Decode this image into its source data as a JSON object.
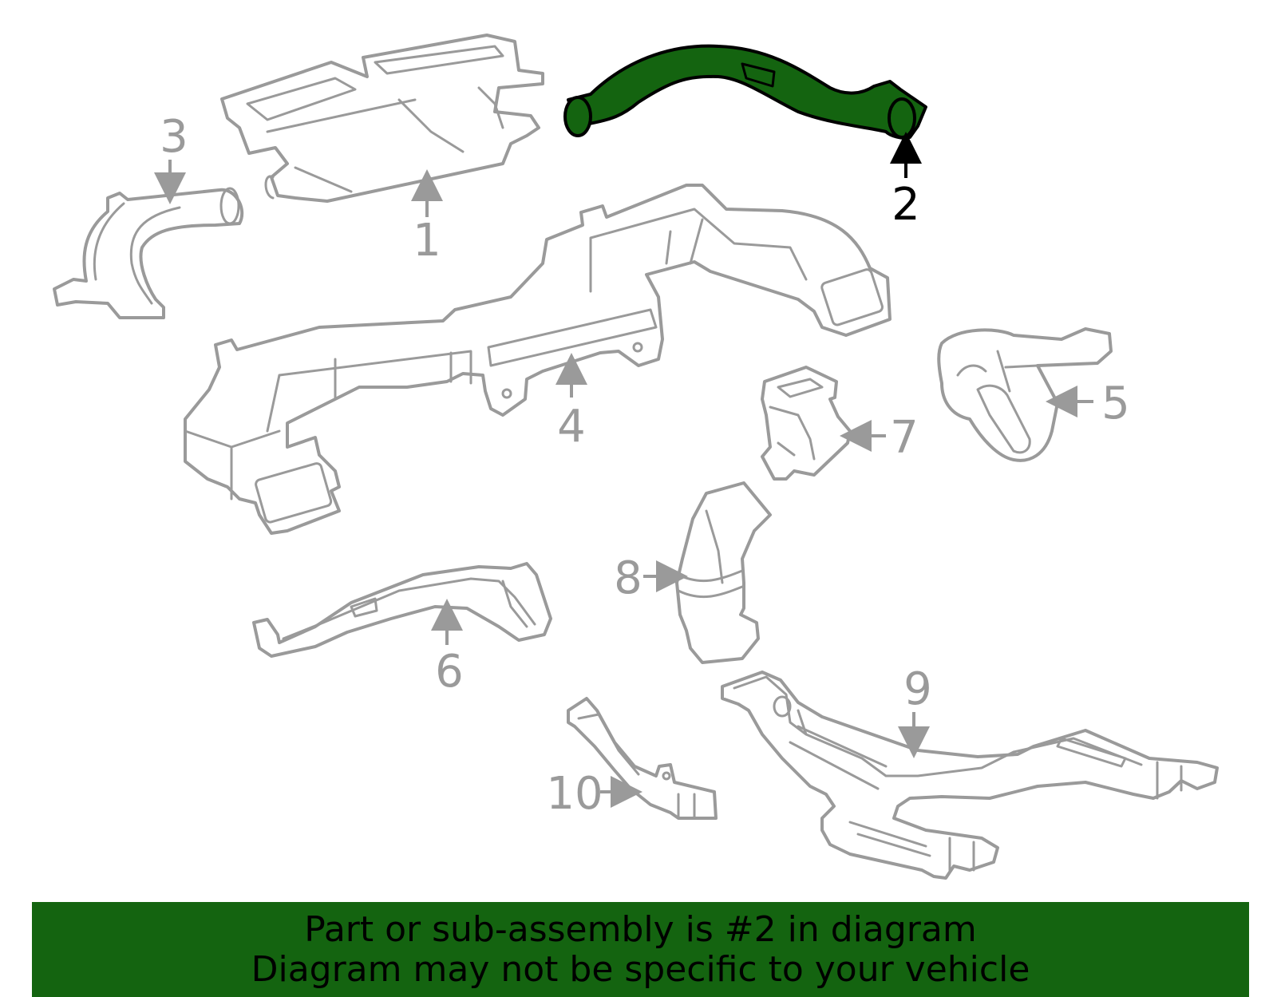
{
  "diagram": {
    "highlight_color": "#146410",
    "part_color": "#9a9a9a",
    "highlighted_callout": "2",
    "callouts": [
      {
        "id": "1",
        "label": "1"
      },
      {
        "id": "2",
        "label": "2"
      },
      {
        "id": "3",
        "label": "3"
      },
      {
        "id": "4",
        "label": "4"
      },
      {
        "id": "5",
        "label": "5"
      },
      {
        "id": "6",
        "label": "6"
      },
      {
        "id": "7",
        "label": "7"
      },
      {
        "id": "8",
        "label": "8"
      },
      {
        "id": "9",
        "label": "9"
      },
      {
        "id": "10",
        "label": "10"
      }
    ]
  },
  "banner": {
    "line1": "Part or sub-assembly is #2 in diagram",
    "line2": "Diagram may not be specific to your vehicle"
  }
}
